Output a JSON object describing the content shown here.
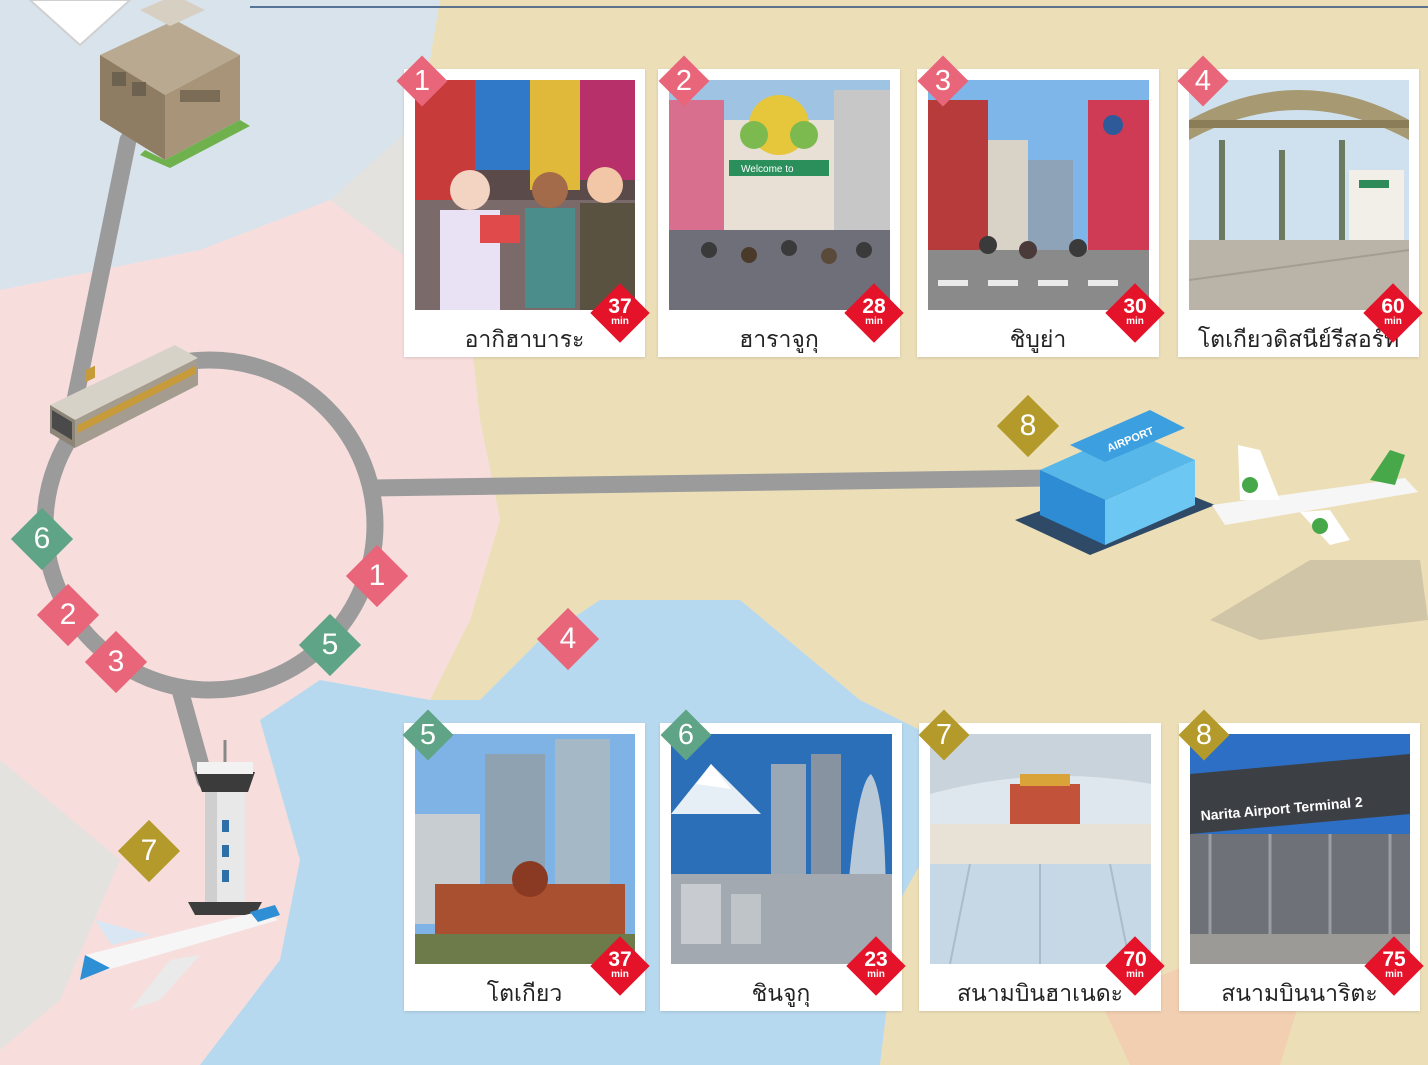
{
  "colors": {
    "pink": "#e9667a",
    "green": "#5fa487",
    "gold": "#b39a2a",
    "red": "#e4132a",
    "route": "#9b9b9b"
  },
  "spots": [
    {
      "number": "1",
      "name": "อากิฮาบาระ",
      "minutes": "37",
      "unit": "min",
      "color": "pink"
    },
    {
      "number": "2",
      "name": "ฮาราจูกุ",
      "minutes": "28",
      "unit": "min",
      "color": "pink"
    },
    {
      "number": "3",
      "name": "ชิบูย่า",
      "minutes": "30",
      "unit": "min",
      "color": "pink"
    },
    {
      "number": "4",
      "name": "โตเกียวดิสนีย์รีสอร์ท",
      "minutes": "60",
      "unit": "min",
      "color": "pink"
    },
    {
      "number": "5",
      "name": "โตเกียว",
      "minutes": "37",
      "unit": "min",
      "color": "green"
    },
    {
      "number": "6",
      "name": "ชินจูกุ",
      "minutes": "23",
      "unit": "min",
      "color": "green"
    },
    {
      "number": "7",
      "name": "สนามบินฮาเนดะ",
      "minutes": "70",
      "unit": "min",
      "color": "gold"
    },
    {
      "number": "8",
      "name": "สนามบินนาริตะ",
      "minutes": "75",
      "unit": "min",
      "color": "gold"
    }
  ],
  "map_markers": [
    "1",
    "2",
    "3",
    "4",
    "5",
    "6",
    "7",
    "8"
  ],
  "signs": {
    "airport_roof": "AIRPORT",
    "terminal_sign": "Narita Airport Terminal 2",
    "harajuku_arch": "Welcome to"
  },
  "icons": {
    "hotel": "hotel-building-icon",
    "train": "train-icon",
    "control_tower": "control-tower-icon",
    "airport": "airport-building-icon",
    "plane": "airplane-icon"
  }
}
